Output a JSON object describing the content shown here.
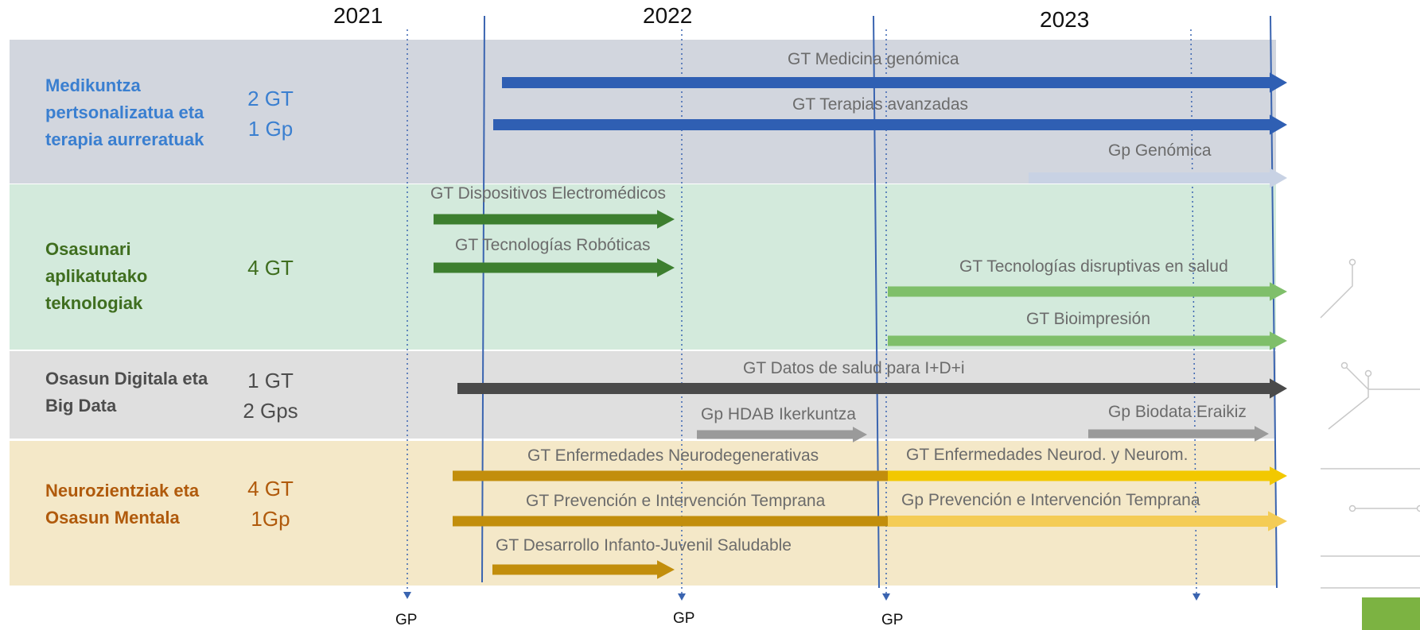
{
  "years": [
    "2021",
    "2022",
    "2023"
  ],
  "gp_label": "GP",
  "areas": [
    {
      "id": "medi",
      "label": "Medikuntza\npertsonalizatua eta\nterapia aurreratuak",
      "count": "2 GT\n1 Gp",
      "color": "#3a7fd0"
    },
    {
      "id": "tek",
      "label": "Osasunari\naplikatutako\nteknologiak",
      "count": "4 GT",
      "color": "#3f6e1f"
    },
    {
      "id": "big",
      "label": "Osasun Digitala eta\nBig Data",
      "count": "1 GT\n2 Gps",
      "color": "#4d4d4d"
    },
    {
      "id": "neu",
      "label": "Neurozientziak eta\nOsasun Mentala",
      "count": "4 GT\n1Gp",
      "color": "#b05a0c"
    }
  ],
  "bars": [
    {
      "label": "GT Medicina genómica",
      "color": "#2f5fb3"
    },
    {
      "label": "GT Terapias avanzadas",
      "color": "#2f5fb3"
    },
    {
      "label": "Gp Genómica",
      "color": "#c8d2e4"
    },
    {
      "label": "GT Dispositivos Electromédicos",
      "color": "#3d7f2f"
    },
    {
      "label": "GT Tecnologías Robóticas",
      "color": "#3d7f2f"
    },
    {
      "label": "GT Tecnologías disruptivas en salud",
      "color": "#7fbf6a"
    },
    {
      "label": "GT Bioimpresión",
      "color": "#7fbf6a"
    },
    {
      "label": "GT Datos de salud para I+D+i",
      "color": "#4a4a4a"
    },
    {
      "label": "Gp HDAB Ikerkuntza",
      "color": "#9a9a9a"
    },
    {
      "label": "Gp Biodata Eraikiz",
      "color": "#9a9a9a"
    },
    {
      "label": "GT Enfermedades Neurodegenerativas",
      "color": "#c28e0c"
    },
    {
      "label": "GT Enfermedades Neurod. y Neurom.",
      "color": "#f2c800"
    },
    {
      "label": "GT Prevención e Intervención Temprana",
      "color": "#c28e0c"
    },
    {
      "label": "Gp Prevención e Intervención Temprana",
      "color": "#f4cc55"
    },
    {
      "label": "GT Desarrollo Infanto-Juvenil Saludable",
      "color": "#c28e0c"
    }
  ]
}
